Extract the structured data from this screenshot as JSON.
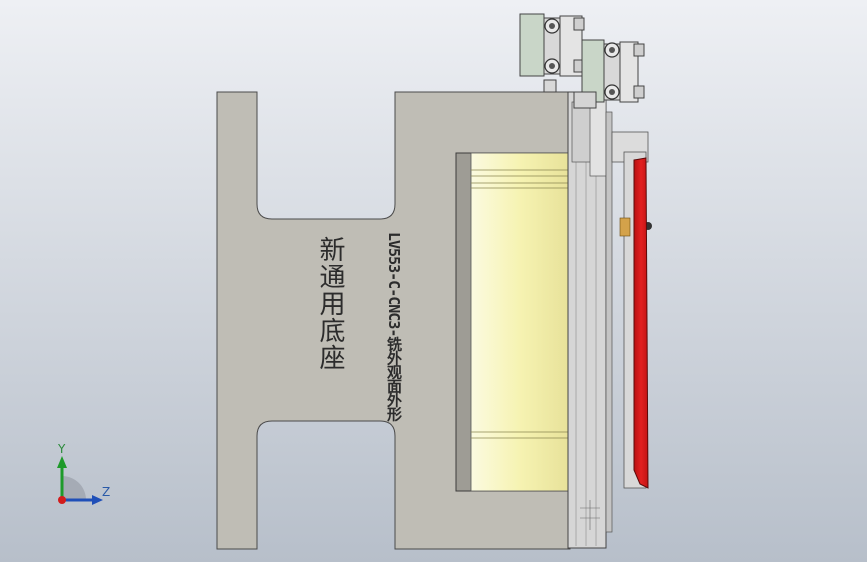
{
  "part_label": "新通用底座",
  "part_code": "LV553-C-CNC3-铣外观面外形",
  "triad": {
    "y_label": "Y",
    "z_label": "Z"
  },
  "colors": {
    "background_top": "#eef0f4",
    "background_bottom": "#b7bfca",
    "base_plate": "#bfbdb5",
    "fixture_gray": "#d4d4d4",
    "fixture_green": "#c9d6c8",
    "cavity_yellow": "#f6f3b2",
    "red_part": "#e01c1c"
  }
}
